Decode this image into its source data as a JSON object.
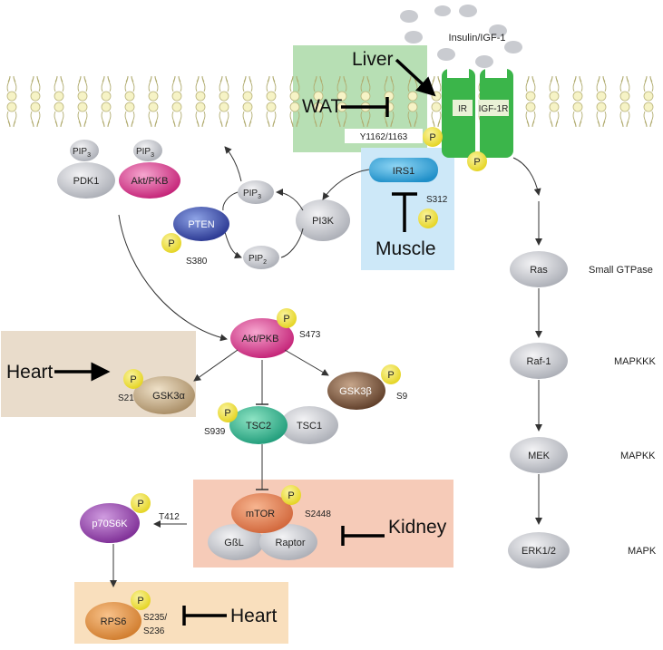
{
  "ligand": "Insulin/IGF-1",
  "receptors": {
    "ir": "IR",
    "igf1r": "IGF-1R",
    "site": "Y1162/1163"
  },
  "phospho": "P",
  "pip3": "PIP",
  "pip2": "PIP",
  "sub3": "3",
  "sub2": "2",
  "nodes": {
    "pdk1": "PDK1",
    "akt_top": "Akt/PKB",
    "akt_mid": "Akt/PKB",
    "pten": "PTEN",
    "pi3k": "PI3K",
    "irs1": "IRS1",
    "gsk3a": "GSK3α",
    "gsk3b": "GSK3β",
    "tsc2": "TSC2",
    "tsc1": "TSC1",
    "mtor": "mTOR",
    "gbl": "GßL",
    "raptor": "Raptor",
    "p70s6k": "p70S6K",
    "rps6": "RPS6",
    "ras": "Ras",
    "raf1": "Raf-1",
    "mek": "MEK",
    "erk": "ERK1/2"
  },
  "sites": {
    "s312": "S312",
    "s380": "S380",
    "s473": "S473",
    "s21": "S21",
    "s9": "S9",
    "s939": "S939",
    "s2448": "S2448",
    "t412": "T412",
    "s235": "S235/",
    "s236": "S236"
  },
  "tissues": {
    "liver": "Liver",
    "wat": "WAT",
    "muscle": "Muscle",
    "heart1": "Heart",
    "kidney": "Kidney",
    "heart2": "Heart"
  },
  "mapk_labels": {
    "ras": "Small GTPase",
    "raf1": "MAPKKK",
    "mek": "MAPKK",
    "erk": "MAPK"
  },
  "colors": {
    "green_box": "#b7dfb4",
    "blue_box": "#cde8f8",
    "tan_box": "#e9dccb",
    "salmon_box": "#f6cbb8",
    "peach_box": "#f9dfbd",
    "receptor": "#3bb54a",
    "phospho": "#f2e33a",
    "membrane": "#f4f1c8"
  }
}
